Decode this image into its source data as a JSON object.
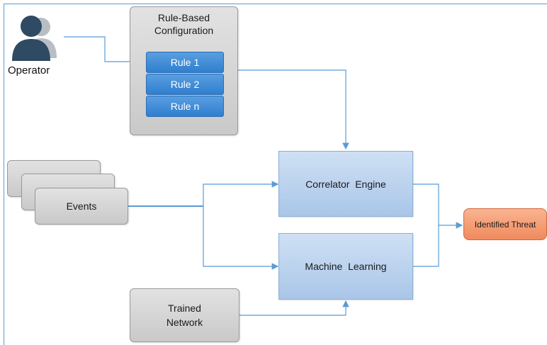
{
  "operator": {
    "label": "Operator"
  },
  "config": {
    "title_line1": "Rule-Based",
    "title_line2": "Configuration",
    "rules": [
      "Rule 1",
      "Rule 2",
      "Rule n"
    ]
  },
  "events": {
    "label": "Events"
  },
  "correlator": {
    "label": "Correlator  Engine"
  },
  "ml": {
    "label": "Machine  Learning"
  },
  "trained": {
    "line1": "Trained",
    "line2": "Network"
  },
  "threat": {
    "label": "Identified Threat"
  },
  "colors": {
    "connector": "#5b9bd5",
    "rule_blue": "#3d8bd6",
    "engine_blue": "#bcd3ee",
    "threat_orange": "#f29b72",
    "user_icon": "#2f4a63"
  }
}
